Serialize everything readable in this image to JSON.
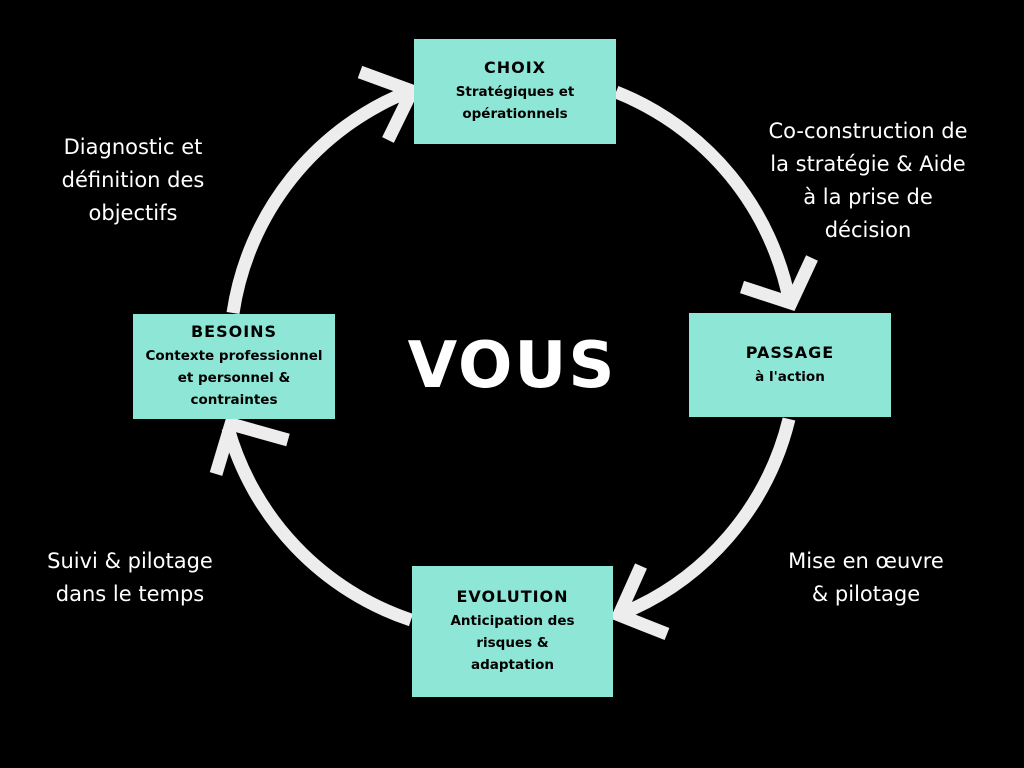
{
  "center": {
    "title": "VOUS"
  },
  "steps": {
    "choix": {
      "title": "CHOIX",
      "sub": "Stratégiques et\nopérationnels"
    },
    "passage": {
      "title": "PASSAGE",
      "sub": "à l'action"
    },
    "evolution": {
      "title": "EVOLUTION",
      "sub": "Anticipation des\nrisques &\nadaptation"
    },
    "besoins": {
      "title": "BESOINS",
      "sub": "Contexte professionnel\net personnel &\ncontraintes"
    }
  },
  "transitions": {
    "diagnostic": "Diagnostic et\ndéfinition des\nobjectifs",
    "coconstruction": "Co-construction de\nla stratégie & Aide\nà la prise de\ndécision",
    "mise_en_oeuvre": "Mise en œuvre\n& pilotage",
    "suivi": "Suivi & pilotage\ndans le temps"
  },
  "colors": {
    "background": "#000000",
    "box": "#8ee6d6",
    "ring": "#ededed",
    "text": "#ffffff"
  }
}
